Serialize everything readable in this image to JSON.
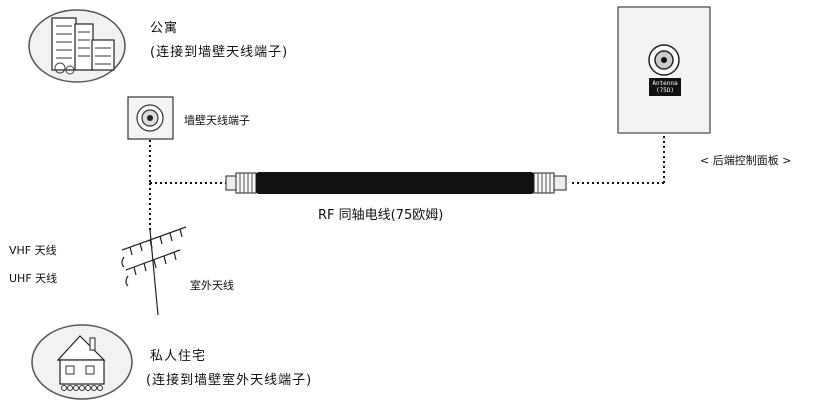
{
  "apartment": {
    "title": "公寓",
    "subtitle": "(连接到墙壁天线端子)"
  },
  "wall_jack": {
    "label": "墙壁天线端子"
  },
  "cable": {
    "label": "RF 同轴电线(75欧姆)"
  },
  "panel": {
    "jack_label_line1": "Antenna",
    "jack_label_line2": "(75Ω)",
    "caption": "< 后端控制面板 >"
  },
  "outdoor_antenna": {
    "vhf_label": "VHF 天线",
    "uhf_label": "UHF 天线",
    "label": "室外天线"
  },
  "house": {
    "title": "私人住宅",
    "subtitle": "(连接到墙壁室外天线端子)"
  }
}
